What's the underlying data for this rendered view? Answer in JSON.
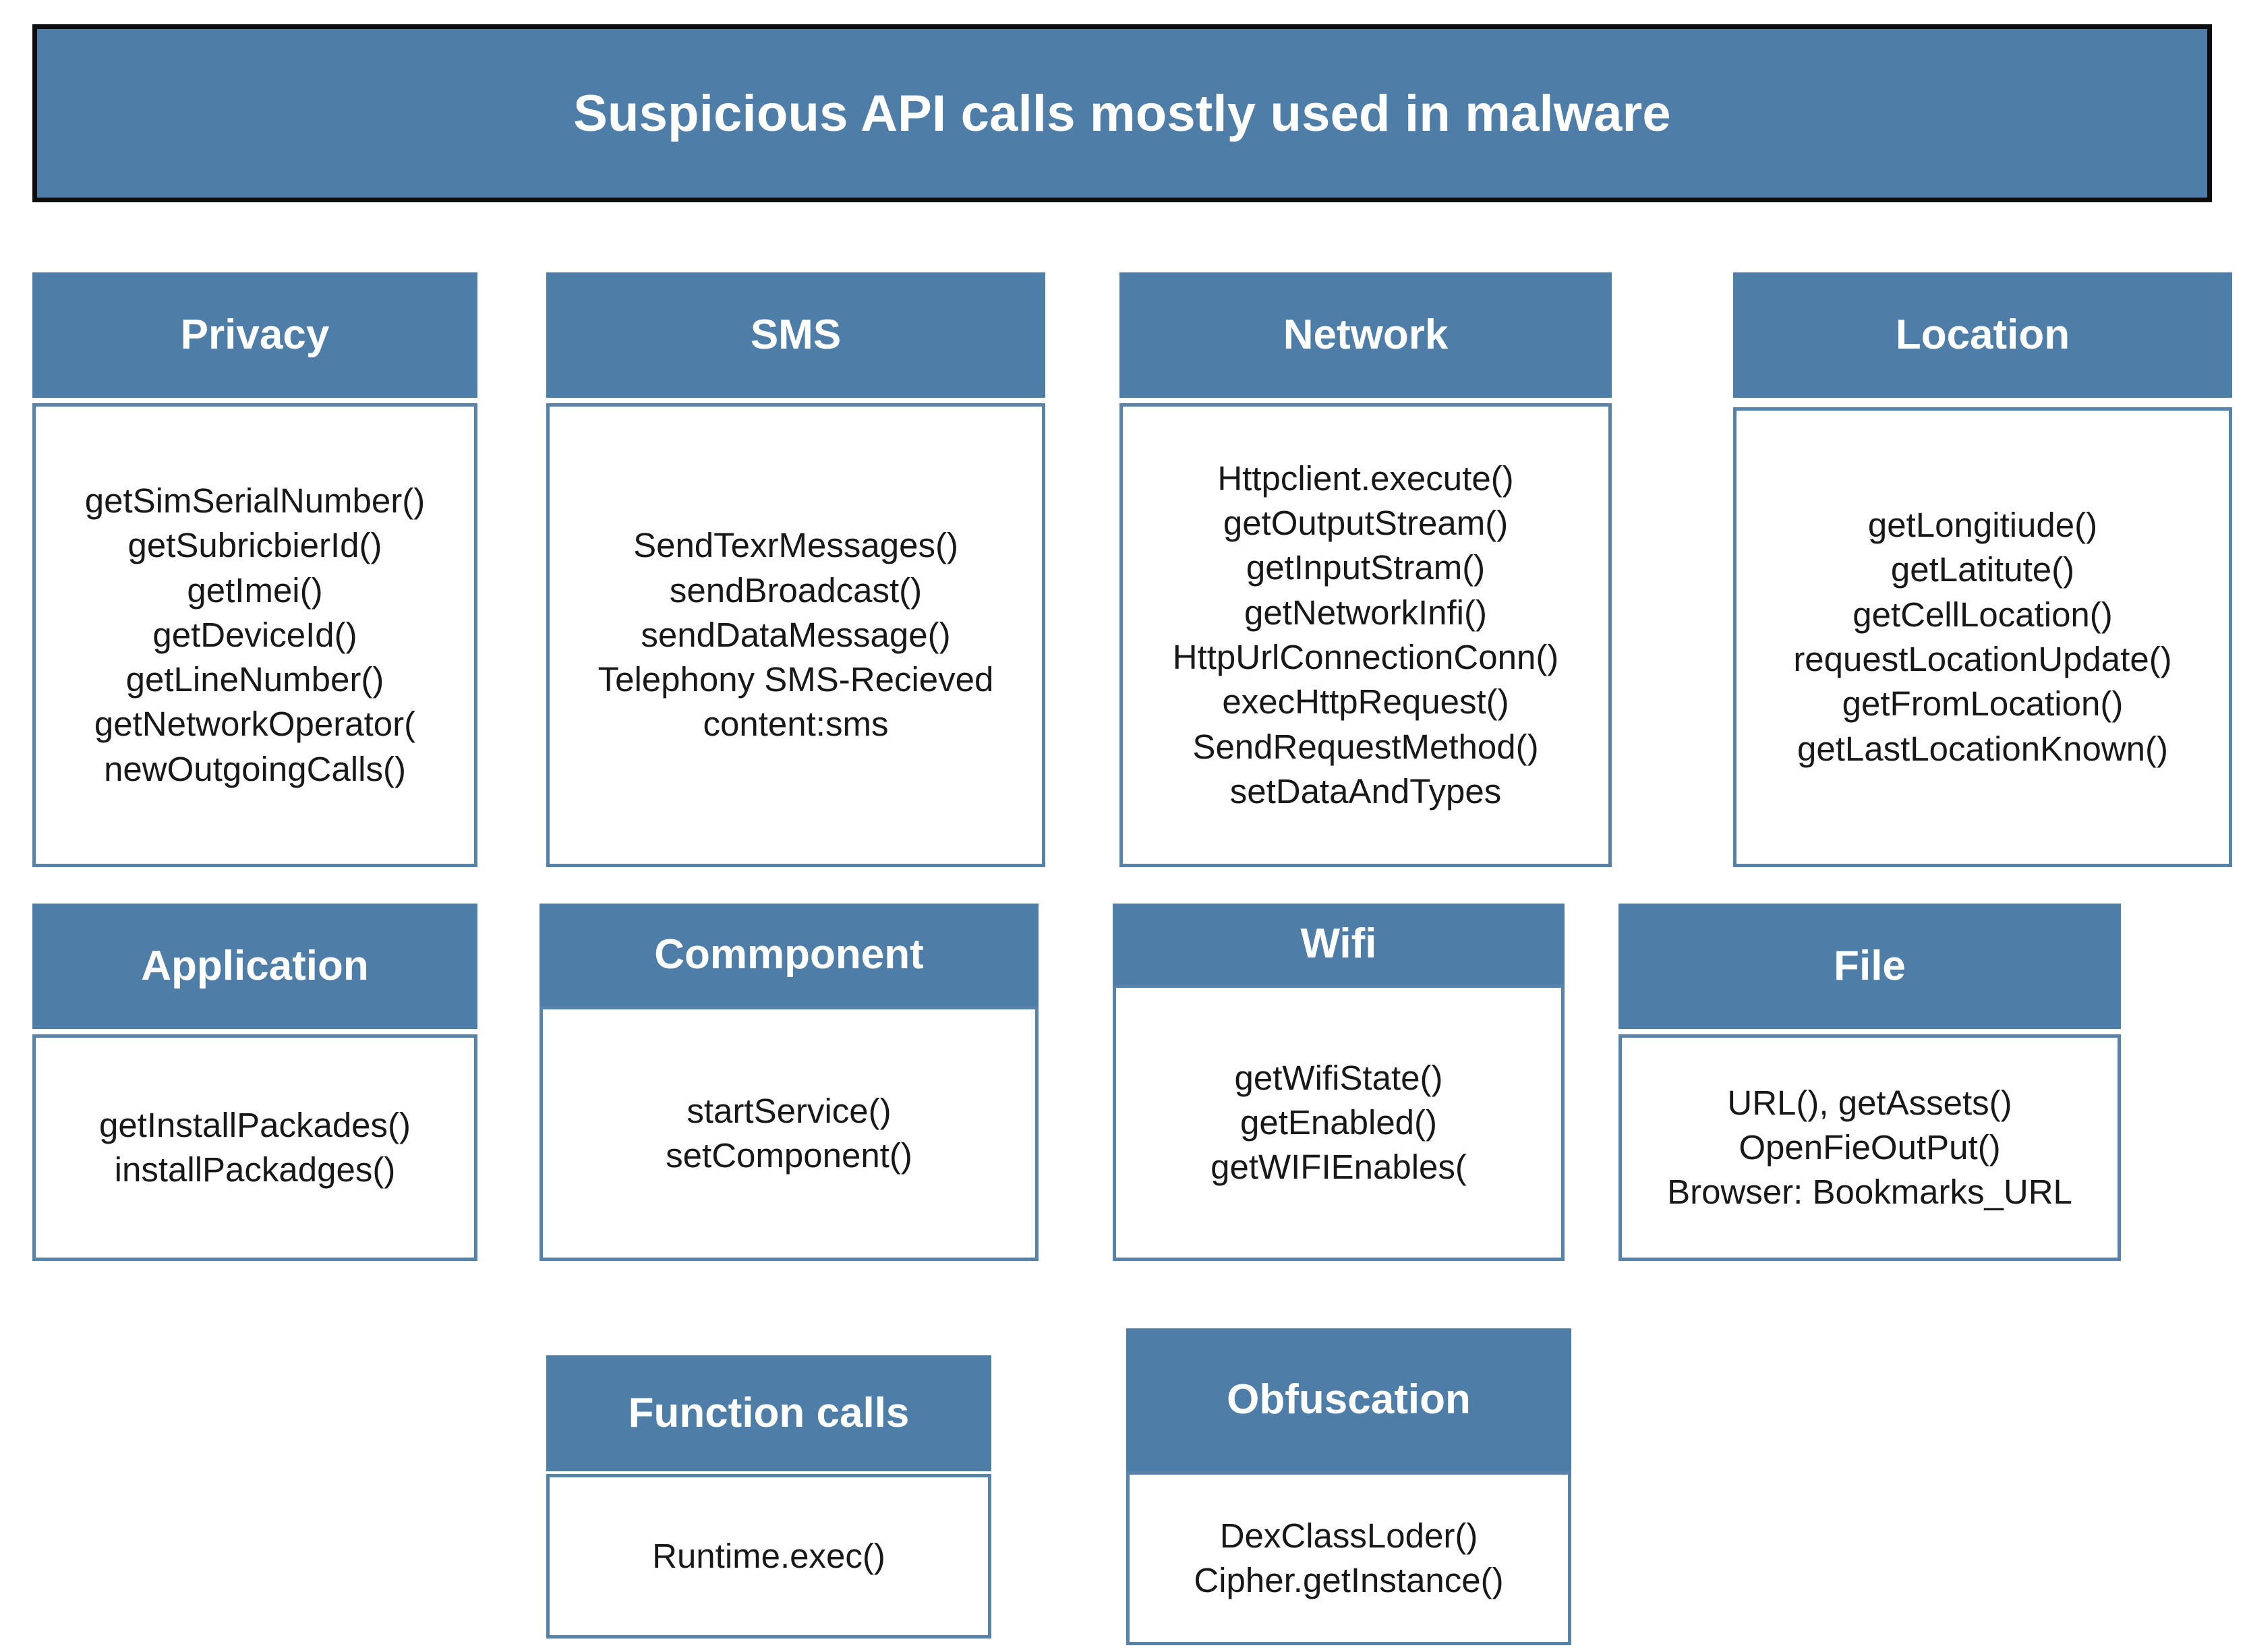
{
  "title": {
    "text": "Suspicious API calls mostly used in malware"
  },
  "colors": {
    "header_blue": "#4e7da8",
    "body_border_blue": "#5783ab",
    "title_border": "#0d0d0d",
    "body_background": "#ffffff",
    "header_text": "#ffffff",
    "body_text": "#181818"
  },
  "categories": [
    {
      "name": "Privacy",
      "apis": [
        "getSimSerialNumber()",
        "getSubricbierId()",
        "getImei()",
        "getDeviceId()",
        "getLineNumber()",
        "getNetworkOperator(",
        "newOutgoingCalls()"
      ]
    },
    {
      "name": "SMS",
      "apis": [
        "SendTexrMessages()",
        "sendBroadcast()",
        "sendDataMessage()",
        "Telephony SMS-Recieved",
        "content:sms"
      ]
    },
    {
      "name": "Network",
      "apis": [
        "Httpclient.execute()",
        "getOutputStream()",
        "getInputStram()",
        "getNetworkInfi()",
        "HttpUrlConnectionConn()",
        "execHttpRequest()",
        "SendRequestMethod()",
        "setDataAndTypes"
      ]
    },
    {
      "name": "Location",
      "apis": [
        "getLongitiude()",
        "getLatitute()",
        "getCellLocation()",
        "requestLocationUpdate()",
        "getFromLocation()",
        "getLastLocationKnown()"
      ]
    },
    {
      "name": "Application",
      "apis": [
        "getInstallPackades()",
        "installPackadges()"
      ]
    },
    {
      "name": "Commponent",
      "apis": [
        "startService()",
        "setComponent()"
      ]
    },
    {
      "name": "Wifi",
      "apis": [
        "getWifiState()",
        "getEnabled()",
        "getWIFIEnables("
      ]
    },
    {
      "name": "File",
      "apis": [
        "URL(), getAssets()",
        "OpenFieOutPut()",
        "Browser: Bookmarks_URL"
      ]
    },
    {
      "name": "Function calls",
      "apis": [
        "Runtime.exec()"
      ]
    },
    {
      "name": "Obfuscation",
      "apis": [
        "DexClassLoder()",
        "Cipher.getInstance()"
      ]
    }
  ]
}
